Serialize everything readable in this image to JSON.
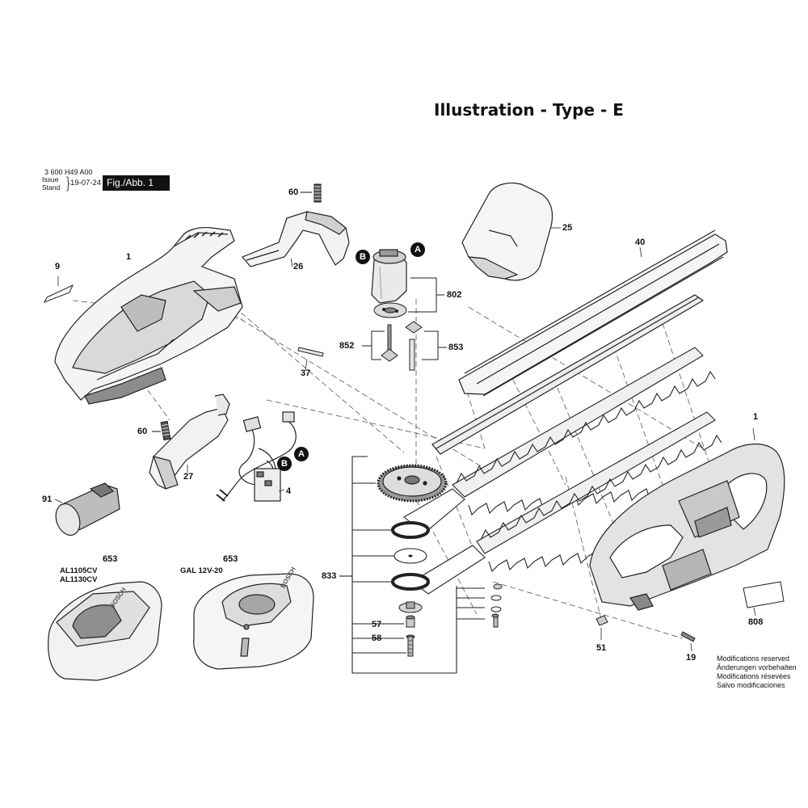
{
  "header": {
    "title": "Illustration - Type - E",
    "doc_number": "3 600 H49 A00",
    "issue_label": "Issue",
    "stand_label": "Stand",
    "issue_date": "19-07-24",
    "figure_label": "Fig./Abb. 1"
  },
  "part_labels": {
    "p1_top": "1",
    "p9": "9",
    "p60_top": "60",
    "p26": "26",
    "p37": "37",
    "p60_mid": "60",
    "p27": "27",
    "p4": "4",
    "p91": "91",
    "pA_top": "A",
    "pB_top": "B",
    "p802": "802",
    "p852": "852",
    "p853": "853",
    "p25": "25",
    "p40": "40",
    "pB_mid": "B",
    "pA_mid": "A",
    "p1_right": "1",
    "p833": "833",
    "p57": "57",
    "p58": "58",
    "p51": "51",
    "p19": "19",
    "p808": "808",
    "p653_left": "653",
    "p653_right": "653"
  },
  "chargers": {
    "left_model_1": "AL1105CV",
    "left_model_2": "AL1130CV",
    "right_model": "GAL 12V-20",
    "brand_text": "BOSCH"
  },
  "footer_notes": [
    "Modifications reserved",
    "Änderungen vorbehalten",
    "Modifications résevées",
    "Salvo modificaciones"
  ]
}
